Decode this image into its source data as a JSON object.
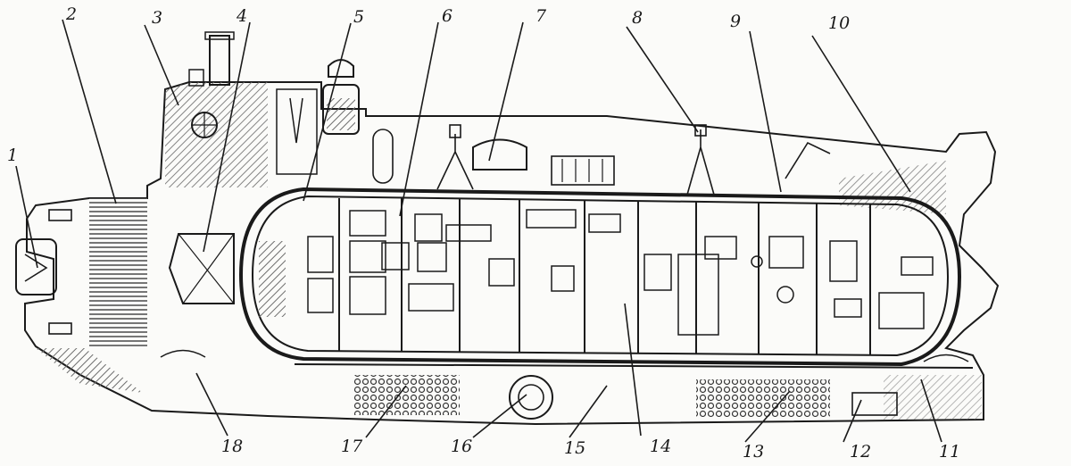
{
  "labels": [
    {
      "id": "1",
      "text": "1"
    },
    {
      "id": "2",
      "text": "2"
    },
    {
      "id": "3",
      "text": "3"
    },
    {
      "id": "4",
      "text": "4"
    },
    {
      "id": "5",
      "text": "5"
    },
    {
      "id": "6",
      "text": "6"
    },
    {
      "id": "7",
      "text": "7"
    },
    {
      "id": "8",
      "text": "8"
    },
    {
      "id": "9",
      "text": "9"
    },
    {
      "id": "10",
      "text": "10"
    },
    {
      "id": "11",
      "text": "11"
    },
    {
      "id": "12",
      "text": "12"
    },
    {
      "id": "13",
      "text": "13"
    },
    {
      "id": "14",
      "text": "14"
    },
    {
      "id": "15",
      "text": "15"
    },
    {
      "id": "16",
      "text": "16"
    },
    {
      "id": "17",
      "text": "17"
    },
    {
      "id": "18",
      "text": "18"
    }
  ],
  "colors": {
    "ink": "#1a1a1a",
    "paper": "#fbfbf9",
    "hatch": "#6e6e6e"
  }
}
